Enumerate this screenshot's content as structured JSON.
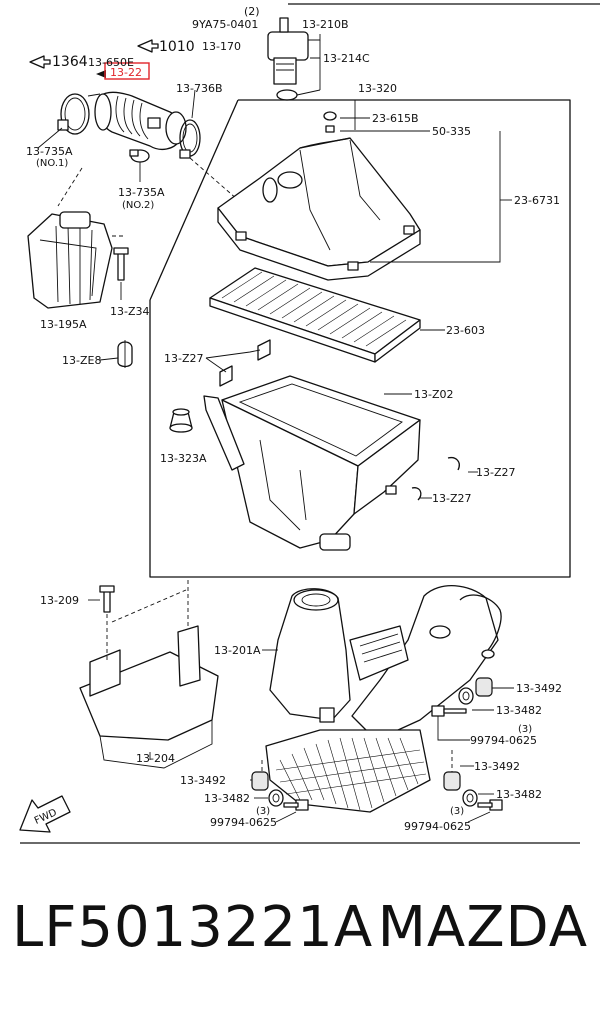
{
  "diagram": {
    "labels": {
      "bolt_count_top": "(2)",
      "bolt_top": "9YA75-0401",
      "sensor_210b": "13-210B",
      "sensor_214c": "13-214C",
      "ref_1364": "1364",
      "ref_650e": "13-650E",
      "ref_1010": "1010",
      "ref_170": "13-170",
      "intake_hose": "13-22",
      "clamp_736b": "13-736B",
      "cover_320": "13-320",
      "part_615b": "23-615B",
      "part_335": "50-335",
      "clamp_735a_1": "13-735A",
      "clamp_735a_1_note": "(NO.1)",
      "clamp_735a_2": "13-735A",
      "clamp_735a_2_note": "(NO.2)",
      "cover_6731": "23-6731",
      "resonator_195a": "13-195A",
      "bolt_z34": "13-Z34",
      "element_603": "23-603",
      "clip_ze8": "13-ZE8",
      "clip_z27_a": "13-Z27",
      "case_z02": "13-Z02",
      "grommet_323a": "13-323A",
      "clip_z27_b": "13-Z27",
      "clip_z27_c": "13-Z27",
      "bolt_209": "13-209",
      "duct_201a": "13-201A",
      "insulator_3492_r": "13-3492",
      "collar_3482_r": "13-3482",
      "bolt_count_r": "(3)",
      "bolt_r": "99794-0625",
      "bracket_204": "13-204",
      "insulator_3492_l": "13-3492",
      "collar_3482_l": "13-3482",
      "bolt_count_l": "(3)",
      "bolt_l": "99794-0625",
      "insulator_3492_br": "13-3492",
      "collar_3482_br": "13-3482",
      "bolt_count_br": "(3)",
      "bolt_br": "99794-0625",
      "fwd": "FWD"
    },
    "highlight_color": "#e0252b"
  },
  "footer": {
    "part_number": "LF5013221A",
    "brand": "MAZDA"
  }
}
